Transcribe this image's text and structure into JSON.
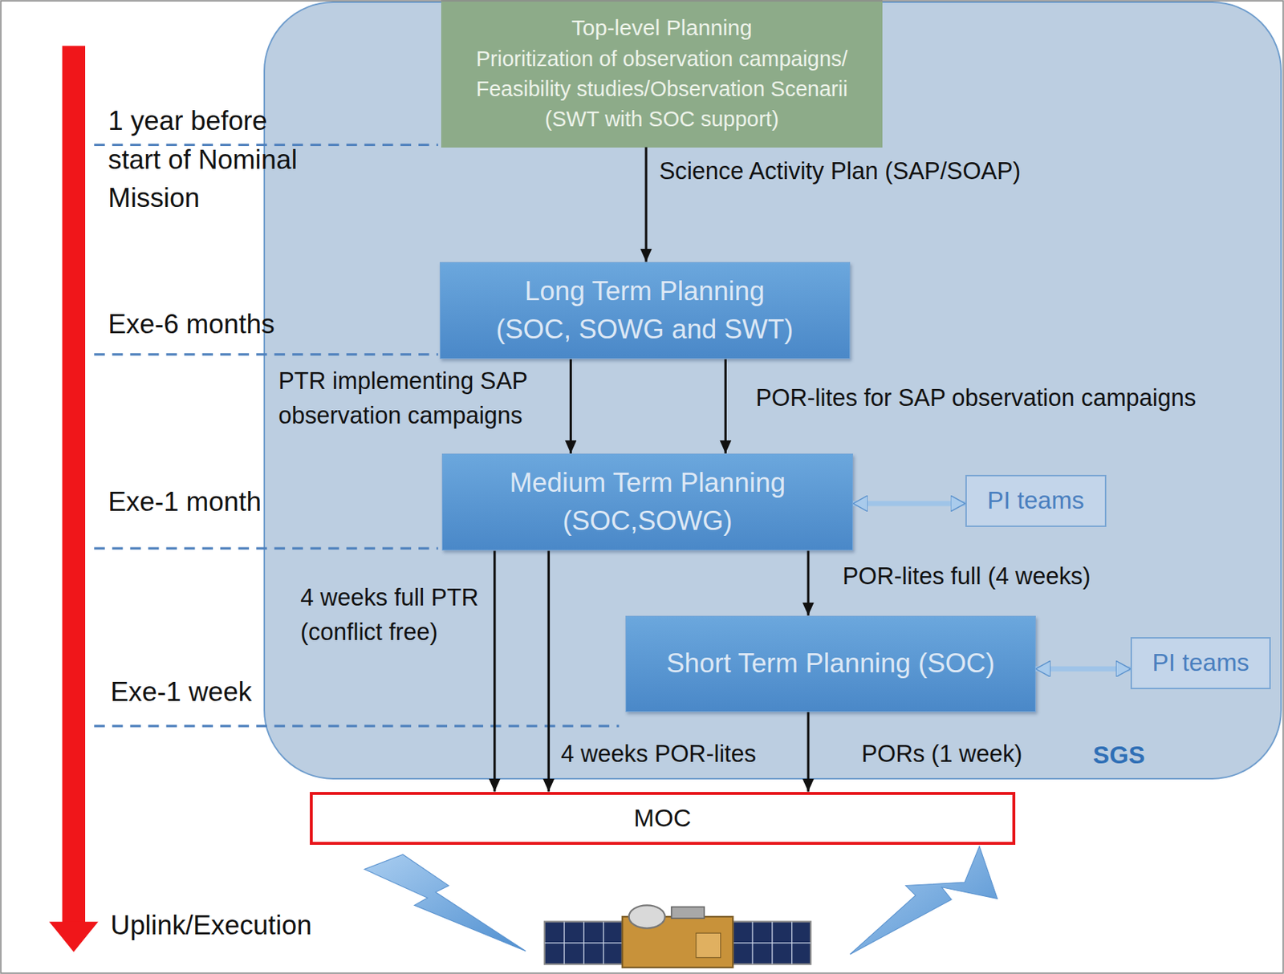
{
  "diagram": {
    "nodes": [
      {
        "text": [
          "SGS"
        ]
      },
      {
        "text": [
          "Top-level Planning",
          "Prioritization of observation campaigns/ Feasibility studies/Observation Scenarii",
          "(SWT with SOC support)"
        ],
        "in": 0
      },
      {
        "text": [
          "Long Term Planning",
          "(SOC, SOWG and SWT)"
        ],
        "in": 0
      },
      {
        "text": [
          "Medium Term Planning",
          "(SOC,SOWG)"
        ],
        "in": 0
      },
      {
        "text": [
          "PI teams"
        ],
        "in": 0
      },
      {
        "text": [
          "Short Term Planning (SOC)"
        ],
        "in": 0
      },
      {
        "text": [
          "PI teams"
        ],
        "in": 0
      },
      {
        "text": [
          "MOC"
        ]
      }
    ],
    "edges": [
      {
        "from": 1,
        "to": 2,
        "arrow": "to",
        "label": "Science Activity Plan (SAP/SOAP)"
      },
      {
        "from": 2,
        "to": 3,
        "arrow": "to",
        "label": "PTR implementing SAP observation campaigns"
      },
      {
        "from": 2,
        "to": 3,
        "arrow": "to",
        "label": "POR-lites for SAP observation campaigns"
      },
      {
        "from": 3,
        "to": 4,
        "arrow": "both"
      },
      {
        "from": 3,
        "to": 5,
        "arrow": "to",
        "label": "POR-lites full (4 weeks)"
      },
      {
        "from": 5,
        "to": 6,
        "arrow": "both"
      },
      {
        "from": 3,
        "to": 7,
        "arrow": "to",
        "label": "4 weeks full PTR (conflict free)"
      },
      {
        "from": 3,
        "to": 7,
        "arrow": "to",
        "label": "4 weeks POR-lites"
      },
      {
        "from": 5,
        "to": 7,
        "arrow": "to",
        "label": "PORs (1 week)"
      }
    ],
    "labels": [
      "1 year before start of Nominal Mission",
      "Exe-6 months",
      "Exe-1 month",
      "Exe-1 week",
      "Uplink/Execution"
    ]
  }
}
